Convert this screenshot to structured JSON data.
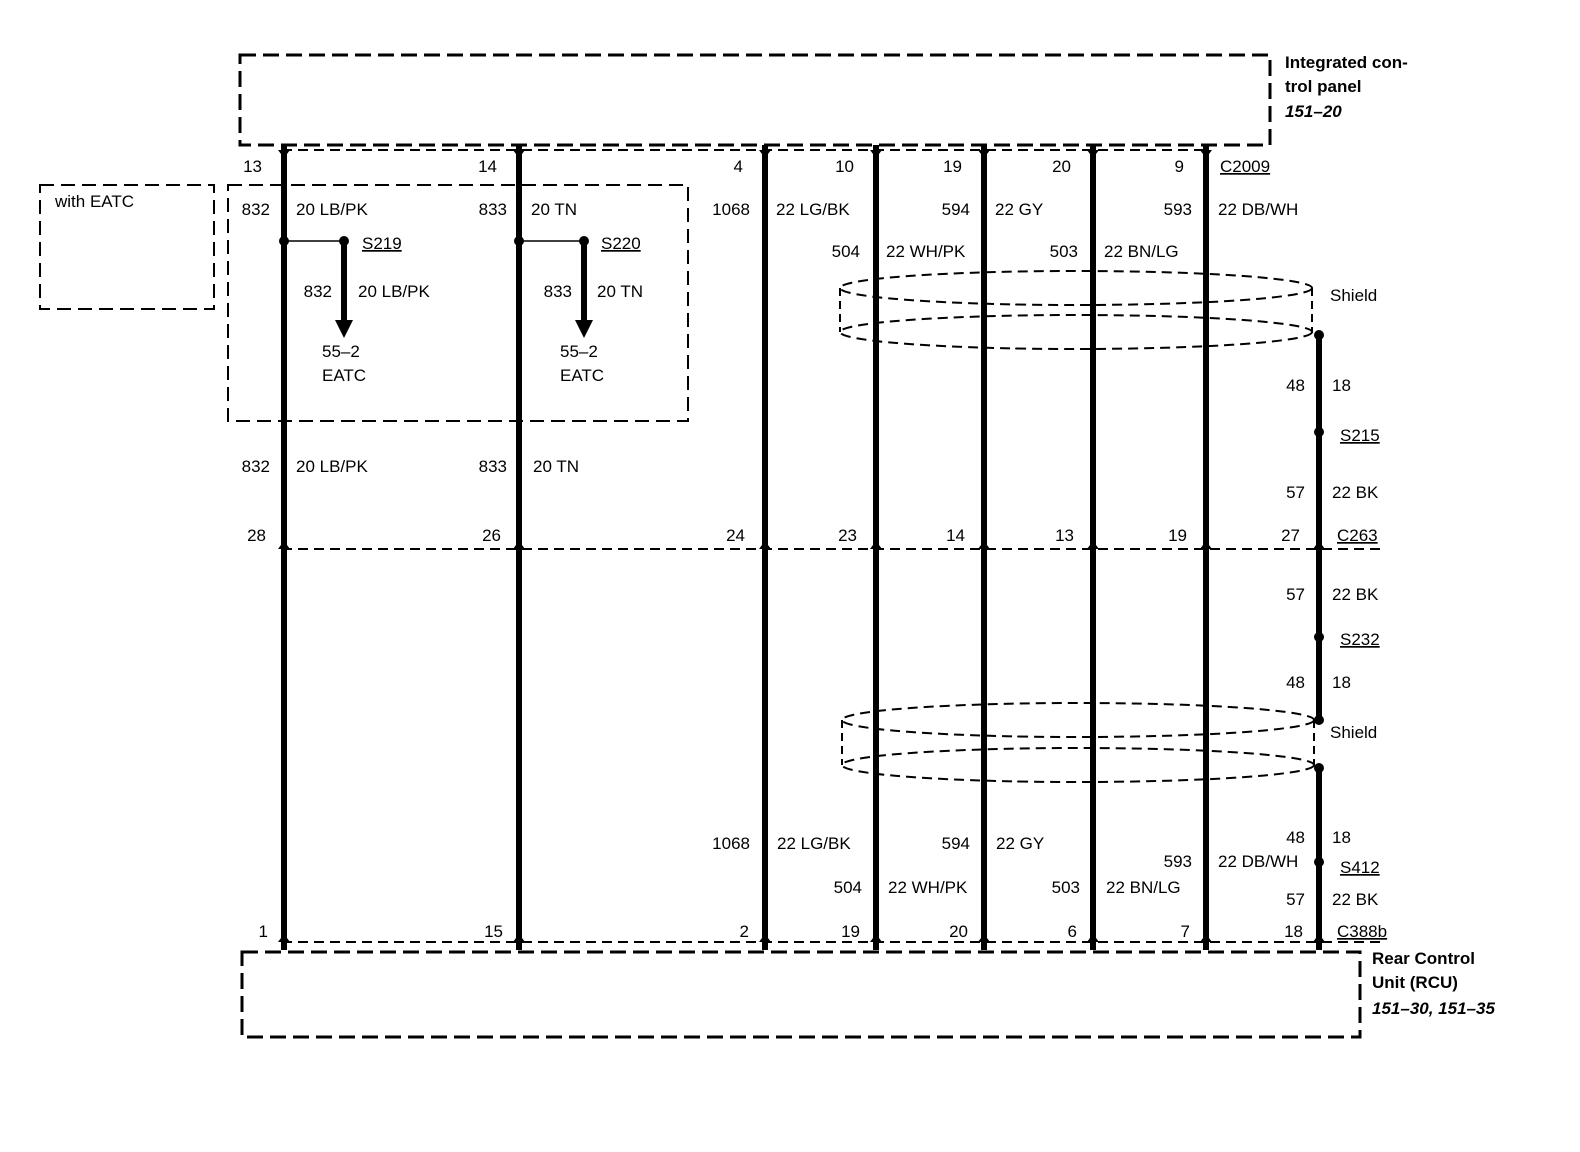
{
  "icp": {
    "title1": "Integrated con-",
    "title2": "trol panel",
    "ref": "151–20"
  },
  "rcu": {
    "title1": "Rear Control",
    "title2": "Unit (RCU)",
    "ref": "151–30, 151–35"
  },
  "eatc_box": {
    "label": "with EATC"
  },
  "connectors": {
    "top": "C2009",
    "mid": "C263",
    "bottom": "C388b"
  },
  "top_pins": [
    "13",
    "14",
    "4",
    "10",
    "19",
    "20",
    "9"
  ],
  "mid_pins": [
    "28",
    "26",
    "24",
    "23",
    "14",
    "13",
    "19",
    "27"
  ],
  "bottom_pins": [
    "1",
    "15",
    "2",
    "19",
    "20",
    "6",
    "7",
    "18"
  ],
  "upper_wires": [
    {
      "circuit": "832",
      "gauge": "20 LB/PK"
    },
    {
      "circuit": "833",
      "gauge": "20 TN"
    },
    {
      "circuit": "1068",
      "gauge": "22 LG/BK"
    },
    {
      "circuit": "594",
      "gauge": "22 GY"
    },
    {
      "circuit": "593",
      "gauge": "22 DB/WH"
    },
    {
      "circuit": "504",
      "gauge": "22 WH/PK"
    },
    {
      "circuit": "503",
      "gauge": "22 BN/LG"
    }
  ],
  "splices": {
    "s219": {
      "name": "S219",
      "circuit": "832",
      "gauge": "20 LB/PK",
      "dest1": "55–2",
      "dest2": "EATC"
    },
    "s220": {
      "name": "S220",
      "circuit": "833",
      "gauge": "20 TN",
      "dest1": "55–2",
      "dest2": "EATC"
    },
    "s215": "S215",
    "s232": "S232",
    "s412": "S412"
  },
  "below_eatc": [
    {
      "circuit": "832",
      "gauge": "20 LB/PK"
    },
    {
      "circuit": "833",
      "gauge": "20 TN"
    }
  ],
  "shield_label": "Shield",
  "shield_wire": {
    "c48": "48",
    "g18": "18",
    "c57": "57",
    "g22bk": "22 BK"
  },
  "lower_wires": [
    {
      "circuit": "1068",
      "gauge": "22 LG/BK"
    },
    {
      "circuit": "594",
      "gauge": "22 GY"
    },
    {
      "circuit": "504",
      "gauge": "22 WH/PK"
    },
    {
      "circuit": "503",
      "gauge": "22 BN/LG"
    },
    {
      "circuit": "593",
      "gauge": "22 DB/WH"
    }
  ]
}
